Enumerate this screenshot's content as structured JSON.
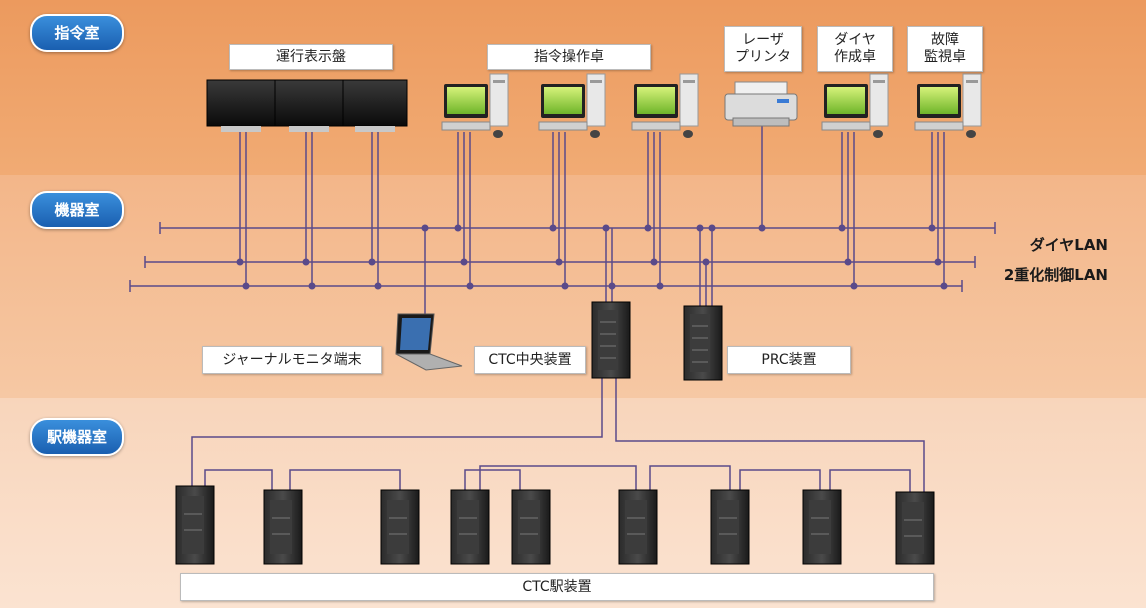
{
  "zones": {
    "control_room": "指令室",
    "equipment_room": "機器室",
    "station_room": "駅機器室"
  },
  "devices": {
    "display_panel": "運行表示盤",
    "command_console": "指令操作卓",
    "laser_printer": "レーザ\nプリンタ",
    "diagram_console": "ダイヤ\n作成卓",
    "fault_console": "故障\n監視卓",
    "journal_terminal": "ジャーナルモニタ端末",
    "ctc_central": "CTC中央装置",
    "prc": "PRC装置",
    "ctc_station": "CTC駅装置"
  },
  "networks": {
    "diagram_lan": "ダイヤLAN",
    "dual_control_lan": "2重化制御LAN"
  },
  "colors": {
    "control_band": "#ec9a5e",
    "equipment_band": "#f3b689",
    "station_band": "#f8d5bb",
    "line": "#5a4a8a",
    "zone_badge": "#1a5fb0"
  }
}
